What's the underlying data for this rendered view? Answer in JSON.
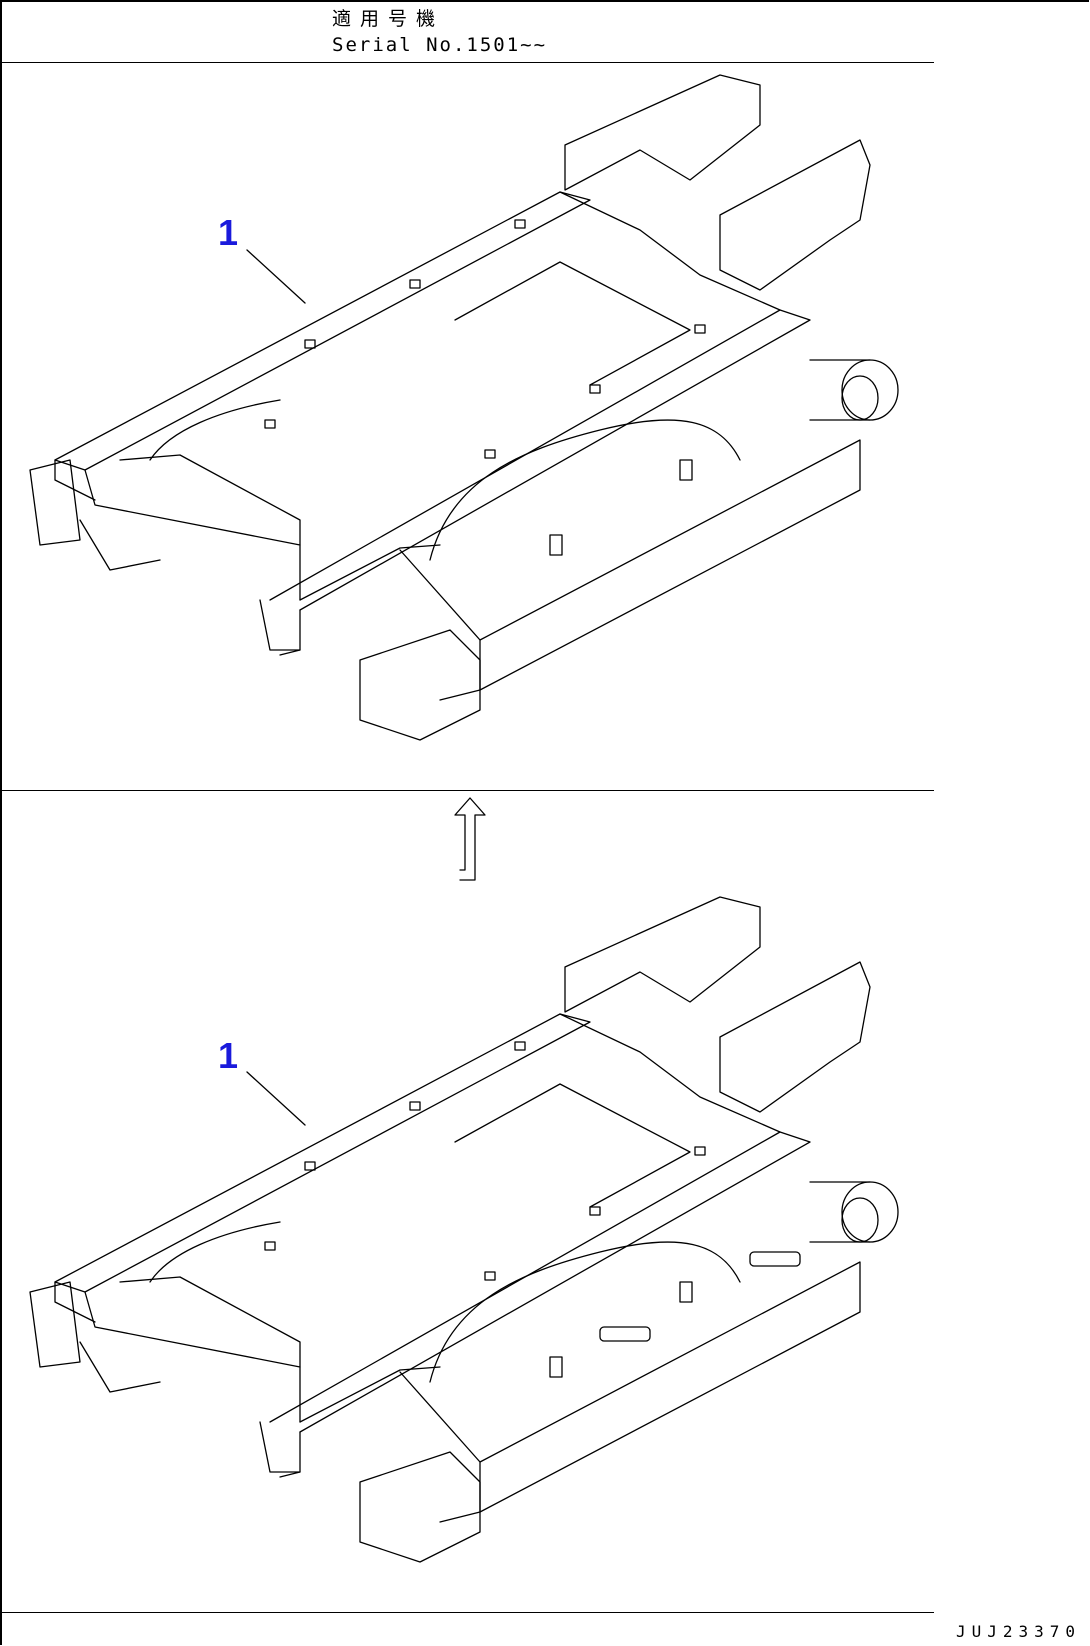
{
  "header": {
    "applicable_serial_jp": "適用号機",
    "serial_text": "Serial No.1501~~"
  },
  "views": [
    {
      "name": "upper",
      "callout": "1"
    },
    {
      "name": "lower",
      "callout": "1"
    }
  ],
  "drawing_id": "JUJ23370",
  "colors": {
    "callout": "#1a1adc",
    "line": "#000000"
  }
}
